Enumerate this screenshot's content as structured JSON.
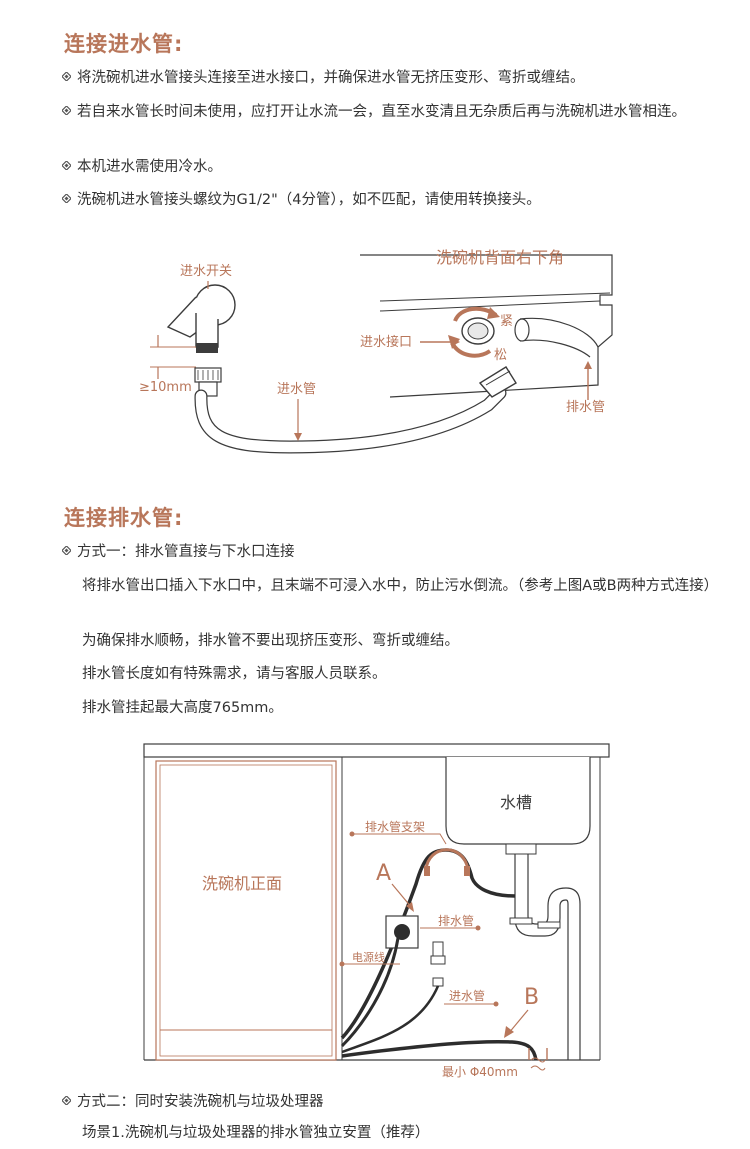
{
  "inlet_section": {
    "title": "连接进水管:",
    "bullets": [
      "将洗碗机进水管接头连接至进水接口，并确保进水管无挤压变形、弯折或缠结。",
      "若自来水管长时间未使用，应打开让水流一会，直至水变清且无杂质后再与洗碗机进水管相连。",
      "本机进水需使用冷水。",
      "洗碗机进水管接头螺纹为G1/2\"（4分管），如不匹配，请使用转换接头。"
    ],
    "diagram": {
      "back_corner_label": "洗碗机背面右下角",
      "valve_label": "进水开关",
      "gap_label": "≥10mm",
      "hose_label": "进水管",
      "inlet_label": "进水接口",
      "tight_label": "紧",
      "loose_label": "松",
      "drain_label": "排水管"
    }
  },
  "drain_section": {
    "title": "连接排水管:",
    "method1_title": "方式一：排水管直接与下水口连接",
    "paragraphs": [
      "将排水管出口插入下水口中，且末端不可浸入水中，防止污水倒流。（参考上图A或B两种方式连接）",
      "为确保排水顺畅，排水管不要出现挤压变形、弯折或缠结。",
      "排水管长度如有特殊需求，请与客服人员联系。",
      "排水管挂起最大高度765mm。"
    ],
    "diagram": {
      "front_label": "洗碗机正面",
      "sink_label": "水槽",
      "bracket_label": "排水管支架",
      "drain_hose_label": "排水管",
      "power_label": "电源线",
      "inlet_hose_label": "进水管",
      "a_label": "A",
      "b_label": "B",
      "min_label": "最小 Φ40mm"
    },
    "method2_title": "方式二：同时安装洗碗机与垃圾处理器",
    "scene1": "场景1.洗碗机与垃圾处理器的排水管独立安置（推荐）"
  },
  "colors": {
    "accent": "#b8765a",
    "text": "#333333",
    "line": "#3c3c3c"
  }
}
